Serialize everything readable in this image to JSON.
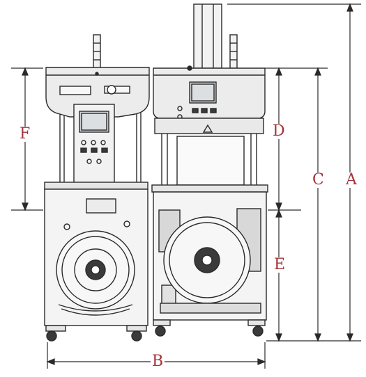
{
  "colors": {
    "line": "#2a2a2a",
    "label": "#a4343a",
    "panel": "#e9e9e9",
    "screen": "#cfd2d4",
    "dark": "#3a3a3a"
  },
  "labels": {
    "a": "A",
    "b": "B",
    "c": "C",
    "d": "D",
    "e": "E",
    "f": "F"
  }
}
